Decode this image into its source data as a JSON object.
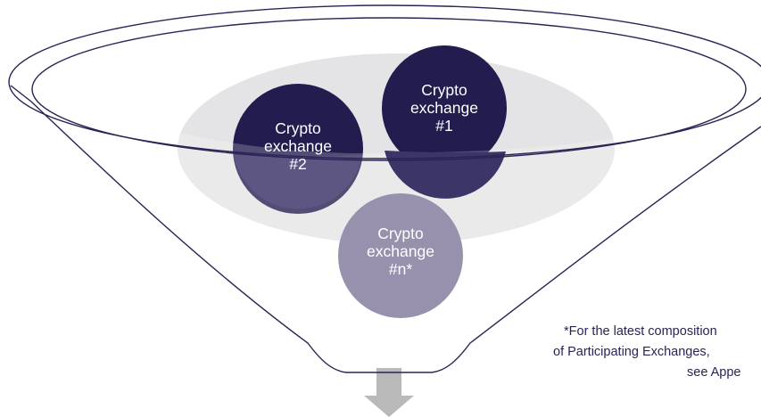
{
  "colors": {
    "outline": "#2a2356",
    "inner_ellipse": "#e4e4e6",
    "dark_circle": "#221c4f",
    "mid_circle": "#5d5683",
    "light_circle": "#7a7398",
    "arrow": "#a6a6a6",
    "footnote_text": "#2a2356"
  },
  "exchanges": [
    {
      "id": "1",
      "line1": "Crypto",
      "line2": "exchange",
      "line3": "#1"
    },
    {
      "id": "2",
      "line1": "Crypto",
      "line2": "exchange",
      "line3": "#2"
    },
    {
      "id": "n",
      "line1": "Crypto",
      "line2": "exchange",
      "line3": "#n*"
    }
  ],
  "footnote": {
    "line1": "*For the latest composition",
    "line2": "of Participating Exchanges,",
    "line3": "see Appendix"
  },
  "arrow_icon": "down-arrow-icon"
}
